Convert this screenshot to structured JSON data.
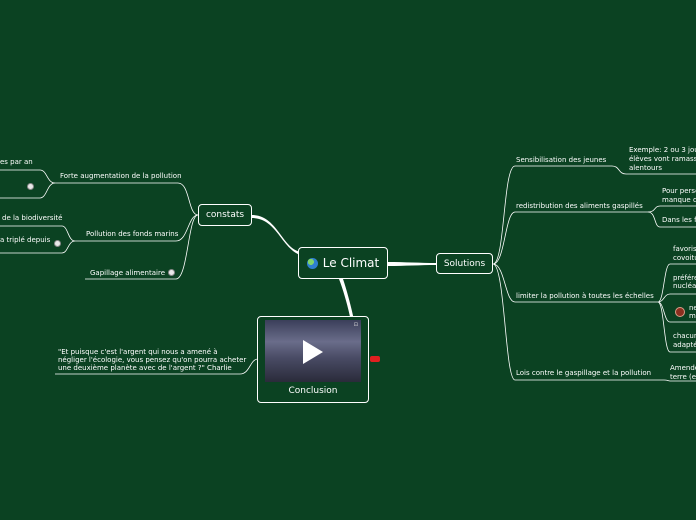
{
  "central": {
    "title": "Le Climat",
    "icon": "globe-icon"
  },
  "left_branch": {
    "title": "constats",
    "items": [
      {
        "label": "Forte augmentation de la pollution",
        "sub": "es par an"
      },
      {
        "label": "Pollution des fonds marins",
        "sub1": "de la biodiversité",
        "sub2": "a triplé depuis"
      },
      {
        "label": "Gapillage alimentaire"
      }
    ]
  },
  "right_branch": {
    "title": "Solutions",
    "items": [
      {
        "label": "Sensibilisation des jeunes",
        "sub": [
          "Exemple: 2 ou 3 jou",
          "élèves vont ramasse",
          "alentours"
        ]
      },
      {
        "label": "redistribution des aliments gaspillés",
        "sub1": [
          "Pour perso",
          "manque d"
        ],
        "sub2": "Dans les f"
      },
      {
        "label": "limiter la pollution à toutes les échelles",
        "sub1": [
          "favoris",
          "covoitu"
        ],
        "sub2": [
          "préfére",
          "nucléa"
        ],
        "sub3": [
          "ne",
          "m"
        ],
        "sub4": [
          "chacun",
          "adapté"
        ]
      },
      {
        "label": "Lois contre le gaspillage et la pollution",
        "sub": [
          "Amende",
          "terre (e"
        ]
      }
    ]
  },
  "conclusion": {
    "title": "Conclusion",
    "quote": [
      "\"Et puisque c'est l'argent qui nous a amené à",
      "négliger l'écologie, vous pensez qu'on pourra acheter",
      "une deuxième planète avec de l'argent ?\" Charlie"
    ]
  },
  "colors": {
    "background": "#0b4222",
    "lines": "#ffffff",
    "flag": "#e02020"
  }
}
